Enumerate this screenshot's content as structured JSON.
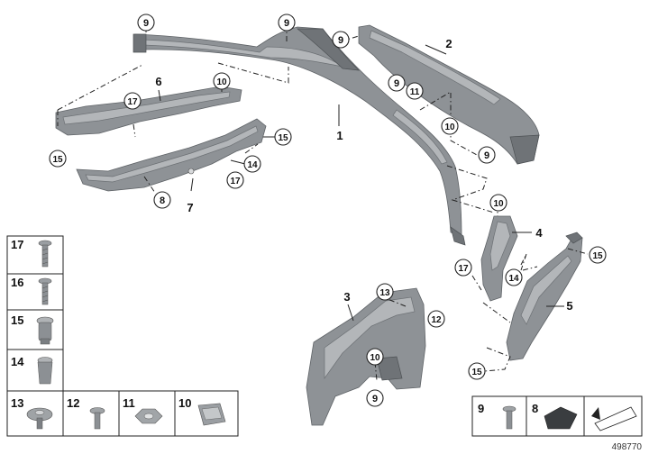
{
  "callouts": {
    "c9_top_left": "9",
    "c9_top_mid": "9",
    "c9_top_right": "9",
    "c2": "2",
    "c6": "6",
    "c10_bracket": "10",
    "c17_bracket": "17",
    "c9_mid": "9",
    "c11_mid": "11",
    "c1": "1",
    "c10_mid": "10",
    "c15_left": "15",
    "c15_bracket": "15",
    "c14_bracket": "14",
    "c17_lower": "17",
    "c8": "8",
    "c7": "7",
    "c9_right": "9",
    "c10_right": "10",
    "c4": "4",
    "c15_right": "15",
    "c17_right": "17",
    "c14_right": "14",
    "c5": "5",
    "c15_bottom": "15",
    "c3": "3",
    "c13_mid": "13",
    "c12_mid": "12",
    "c10_low": "10",
    "c9_low": "9"
  },
  "legend_left": {
    "rows": [
      "17",
      "16",
      "15",
      "14"
    ],
    "bottom": [
      "13",
      "12",
      "11",
      "10"
    ]
  },
  "legend_right": [
    "9",
    "8"
  ],
  "reference_number": "498770"
}
